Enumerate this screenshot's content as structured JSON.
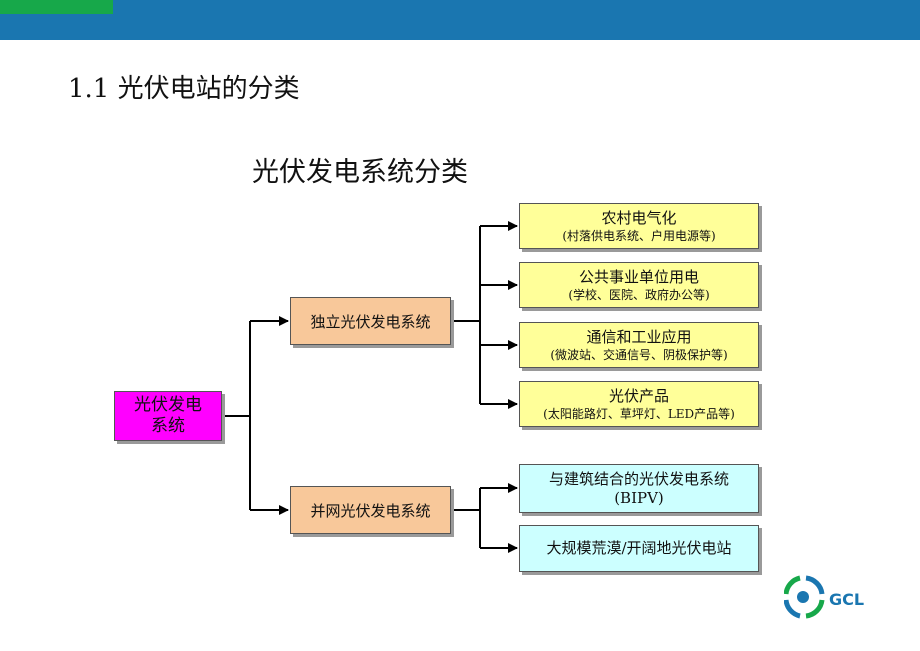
{
  "section_title": "1.1 光伏电站的分类",
  "diagram_title": "光伏发电系统分类",
  "root": {
    "label": "光伏发电系统"
  },
  "branches": [
    {
      "label": "独立光伏发电系统",
      "children": [
        {
          "main": "农村电气化",
          "sub": "(村落供电系统、户用电源等)"
        },
        {
          "main": "公共事业单位用电",
          "sub": "(学校、医院、政府办公等)"
        },
        {
          "main": "通信和工业应用",
          "sub": "(微波站、交通信号、阴极保护等)"
        },
        {
          "main": "光伏产品",
          "sub": "(太阳能路灯、草坪灯、LED产品等)"
        }
      ]
    },
    {
      "label": "并网光伏发电系统",
      "children": [
        {
          "main": "与建筑结合的光伏发电系统",
          "sub": "(BIPV)"
        },
        {
          "main": "大规模荒漠/开阔地光伏电站"
        }
      ]
    }
  ],
  "logo": {
    "text": "GCL"
  },
  "colors": {
    "header": "#1a76b0",
    "header_accent": "#17a84a",
    "root_fill": "#ff00ff",
    "branch_fill": "#f8c89a",
    "leaf_fill": "#ffff99",
    "leaf_fill_grid": "#ccffff"
  }
}
